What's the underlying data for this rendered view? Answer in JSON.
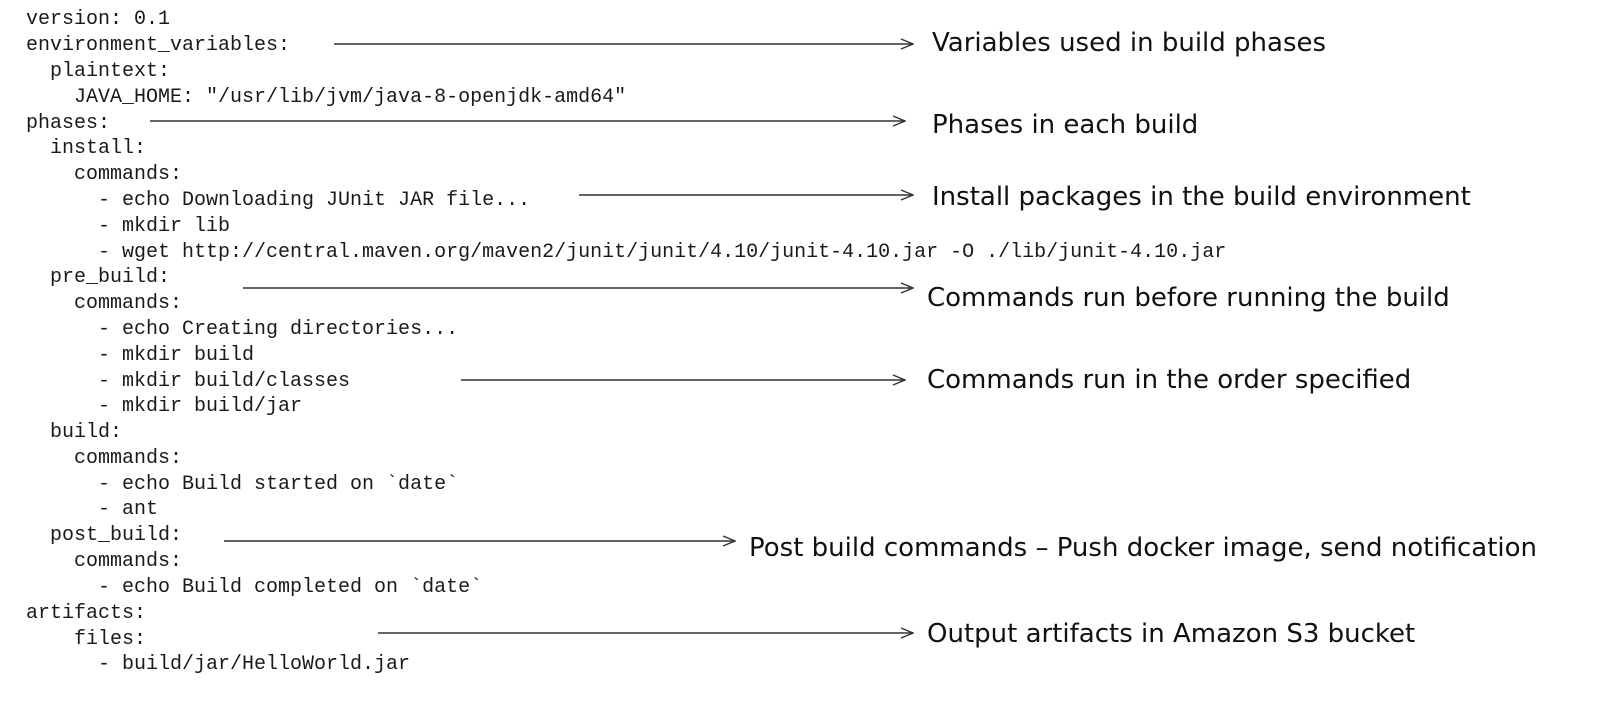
{
  "code_lines": [
    "version: 0.1",
    "environment_variables:",
    "  plaintext:",
    "    JAVA_HOME: \"/usr/lib/jvm/java-8-openjdk-amd64\"",
    "phases:",
    "  install:",
    "    commands:",
    "      - echo Downloading JUnit JAR file...",
    "      - mkdir lib",
    "      - wget http://central.maven.org/maven2/junit/junit/4.10/junit-4.10.jar -O ./lib/junit-4.10.jar",
    "  pre_build:",
    "    commands:",
    "      - echo Creating directories...",
    "      - mkdir build",
    "      - mkdir build/classes",
    "      - mkdir build/jar",
    "  build:",
    "    commands:",
    "      - echo Build started on `date`",
    "      - ant",
    "  post_build:",
    "    commands:",
    "      - echo Build completed on `date`",
    "artifacts:",
    "    files:",
    "      - build/jar/HelloWorld.jar"
  ],
  "annotations": [
    {
      "text": "Variables used in build phases"
    },
    {
      "text": "Phases in each build"
    },
    {
      "text": "Install packages in the build environment"
    },
    {
      "text": "Commands run before running the build"
    },
    {
      "text": "Commands run in the order specified"
    },
    {
      "text": "Post build commands – Push docker image, send notification"
    },
    {
      "text": "Output artifacts in Amazon S3 bucket"
    }
  ],
  "colors": {
    "text": "#1a1a1a",
    "arrow": "#333333",
    "background": "#ffffff"
  }
}
